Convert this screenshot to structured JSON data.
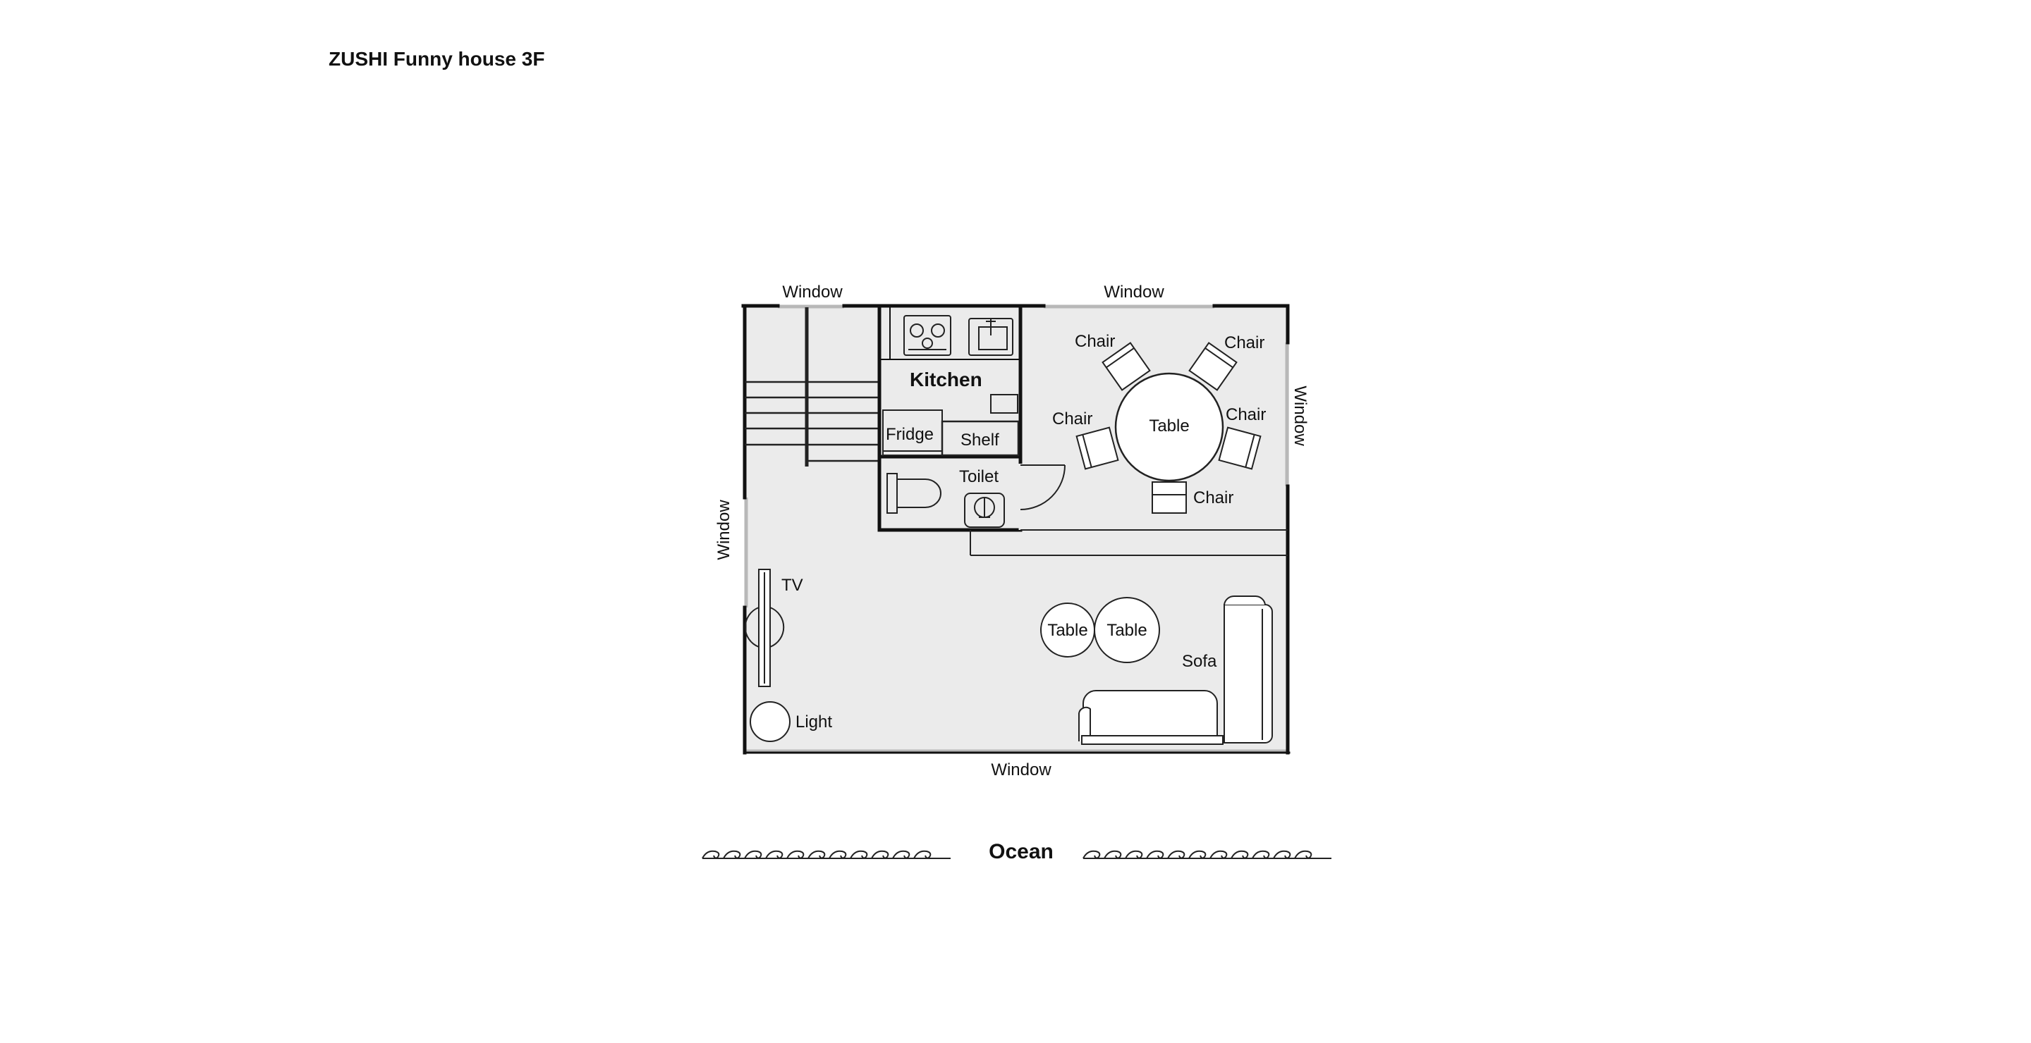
{
  "title": "ZUSHI Funny house 3F",
  "colors": {
    "floor": "#ebebeb",
    "wall": "#111111",
    "window": "#b8b8b8",
    "line": "#222222"
  },
  "labels": {
    "window_top_left": "Window",
    "window_top_right": "Window",
    "window_right": "Window",
    "window_left": "Window",
    "window_bottom": "Window",
    "kitchen": "Kitchen",
    "fridge": "Fridge",
    "shelf": "Shelf",
    "toilet": "Toilet",
    "dining_table": "Table",
    "chair_top_left": "Chair",
    "chair_top_right": "Chair",
    "chair_mid_left": "Chair",
    "chair_mid_right": "Chair",
    "chair_bottom": "Chair",
    "tv": "TV",
    "light": "Light",
    "side_table_small": "Table",
    "side_table_large": "Table",
    "sofa": "Sofa",
    "ocean": "Ocean"
  }
}
